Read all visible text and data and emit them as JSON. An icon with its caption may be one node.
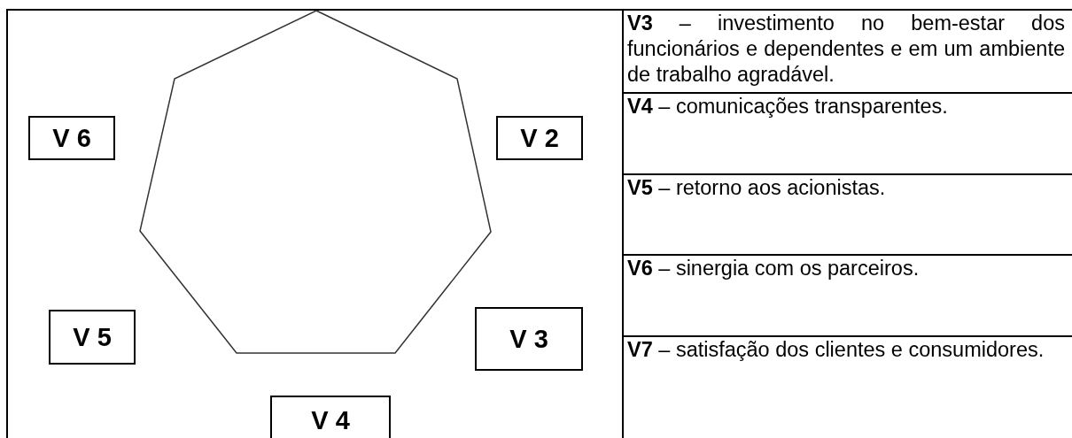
{
  "diagram": {
    "nodes": [
      {
        "text": [],
        "shape": "heptagon"
      },
      {
        "text": [
          "V 6"
        ]
      },
      {
        "text": [
          "V 2"
        ]
      },
      {
        "text": [
          "V 5"
        ]
      },
      {
        "text": [
          "V 3"
        ]
      },
      {
        "text": [
          "V 4"
        ]
      }
    ],
    "labels": [
      "**V3** – investimento no bem-estar dos funcionários e dependentes e em um ambiente de trabalho agradável.",
      "**V4** – comunicações transparentes.",
      "**V5** – retorno aos acionistas.",
      "**V6** – sinergia com os parceiros.",
      "**V7** – satisfação dos clientes e consumidores."
    ]
  }
}
